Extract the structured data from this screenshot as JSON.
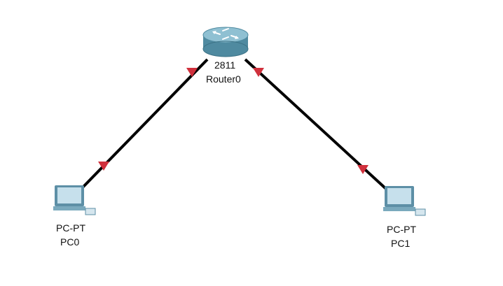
{
  "topology": {
    "devices": [
      {
        "id": "router0",
        "model": "2811",
        "name": "Router0",
        "icon": "router-icon"
      },
      {
        "id": "pc0",
        "model": "PC-PT",
        "name": "PC0",
        "icon": "pc-icon"
      },
      {
        "id": "pc1",
        "model": "PC-PT",
        "name": "PC1",
        "icon": "pc-icon"
      }
    ],
    "links": [
      {
        "from": "router0",
        "to": "pc0",
        "status": "down"
      },
      {
        "from": "router0",
        "to": "pc1",
        "status": "down"
      }
    ],
    "colors": {
      "link": "#000000",
      "port_down": "#d0303c",
      "router_body": "#6fa3b5",
      "pc_screen": "#c6e0ec",
      "pc_frame": "#5d8fa6"
    }
  }
}
